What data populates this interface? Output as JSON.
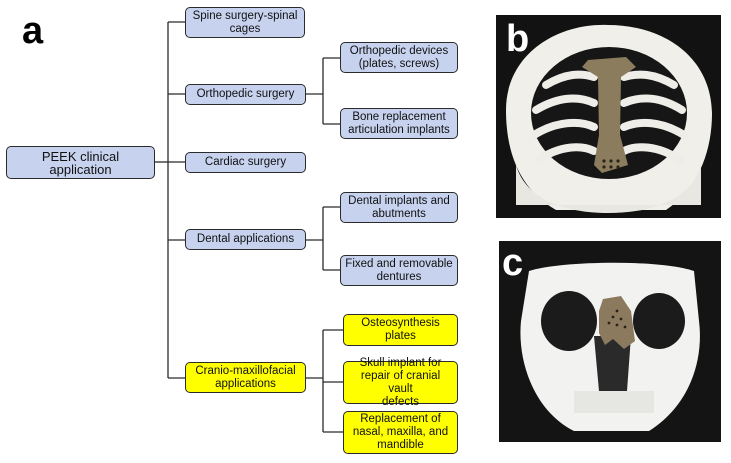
{
  "panels": {
    "a": "a",
    "b": "b",
    "c": "c"
  },
  "tree": {
    "root": "PEEK clinical application",
    "spine": "Spine surgery-spinal\ncages",
    "ortho": "Orthopedic surgery",
    "ortho_devices": "Orthopedic devices\n(plates, screws)",
    "bone_replacement": "Bone replacement\narticulation implants",
    "cardiac": "Cardiac surgery",
    "dental": "Dental applications",
    "dental_implants": "Dental implants and\nabutments",
    "dentures": "Fixed and removable\ndentures",
    "cranio": "Cranio-maxillofacial\napplications",
    "osteosynthesis": "Osteosynthesis\nplates",
    "skull_implant": "Skull implant for\nrepair of cranial vault\ndefects",
    "replacement": "Replacement of\nnasal, maxilla, and\nmandible"
  },
  "colors": {
    "blue_box": "#c6d2ee",
    "yellow_box": "#ffff00",
    "line": "#2b2b2b"
  },
  "photos": {
    "b": "rib cage model with PEEK sternum implant",
    "c": "skull model with PEEK nasal implant"
  }
}
